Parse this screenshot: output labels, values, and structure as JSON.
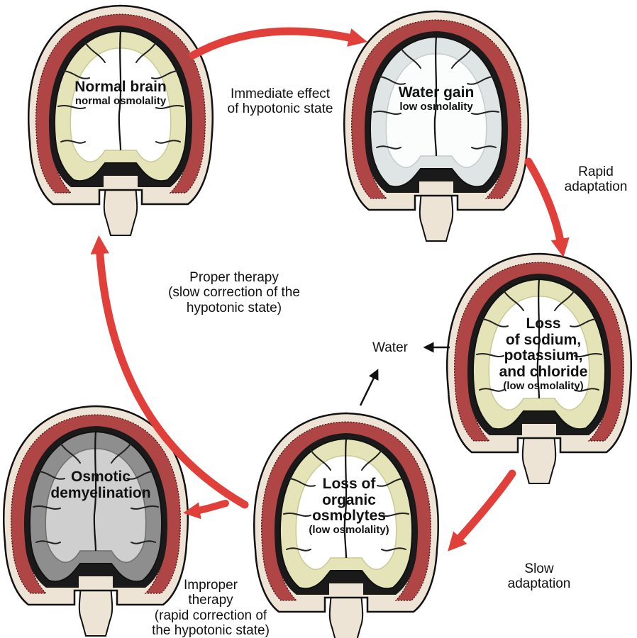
{
  "brains": [
    {
      "id": "normal",
      "title": "Normal brain",
      "subtitle": "normal osmolality",
      "fill": "#e4e4b8",
      "core": "#ffffff",
      "fold": "#c9c994"
    },
    {
      "id": "water_gain",
      "title": "Water gain",
      "subtitle": "low osmolality",
      "fill": "#dfe4e4",
      "core": "#fbfcfc",
      "fold": "#c5cccc"
    },
    {
      "id": "loss_electrolytes",
      "title": "Loss of sodium, potassium, and chloride",
      "subtitle": "(low osmolality)",
      "fill": "#e4e4b8",
      "core": "#ffffff",
      "fold": "#c9c994"
    },
    {
      "id": "loss_osmolytes",
      "title": "Loss of organic osmolytes",
      "subtitle": "(low osmolality)",
      "fill": "#e4e4b8",
      "core": "#ffffff",
      "fold": "#c9c994"
    },
    {
      "id": "demyelination",
      "title": "Osmotic demyelination",
      "subtitle": "",
      "fill": "#8e8e8e",
      "core": "#cfcfcf",
      "fold": "#6e6e6e"
    }
  ],
  "labels": {
    "normal_title": "Normal brain",
    "normal_sub": "normal osmolality",
    "gain_title": "Water gain",
    "gain_sub": "low osmolality",
    "loss_e_1": "Loss",
    "loss_e_2": "of sodium,",
    "loss_e_3": "potassium,",
    "loss_e_4": "and chloride",
    "loss_e_sub": "(low osmolality)",
    "loss_o_1": "Loss of",
    "loss_o_2": "organic",
    "loss_o_3": "osmolytes",
    "loss_o_sub": "(low osmolality)",
    "demy_1": "Osmotic",
    "demy_2": "demyelination"
  },
  "captions": {
    "immediate_1": "Immediate effect",
    "immediate_2": "of hypotonic state",
    "rapid_1": "Rapid",
    "rapid_2": "adaptation",
    "proper_1": "Proper therapy",
    "proper_2": "(slow correction of the",
    "proper_3": "hypotonic state)",
    "water": "Water",
    "slow_1": "Slow",
    "slow_2": "adaptation",
    "improper_1": "Improper",
    "improper_2": "therapy",
    "improper_3": "(rapid correction of",
    "improper_4": "the hypotonic state)"
  },
  "colors": {
    "arrow_red": "#e1403a",
    "scalp": "#ffffff",
    "skull": "#ede4d6",
    "muscle": "#a83a3a",
    "dark_space": "#1a1a1a",
    "outline": "#111111"
  }
}
